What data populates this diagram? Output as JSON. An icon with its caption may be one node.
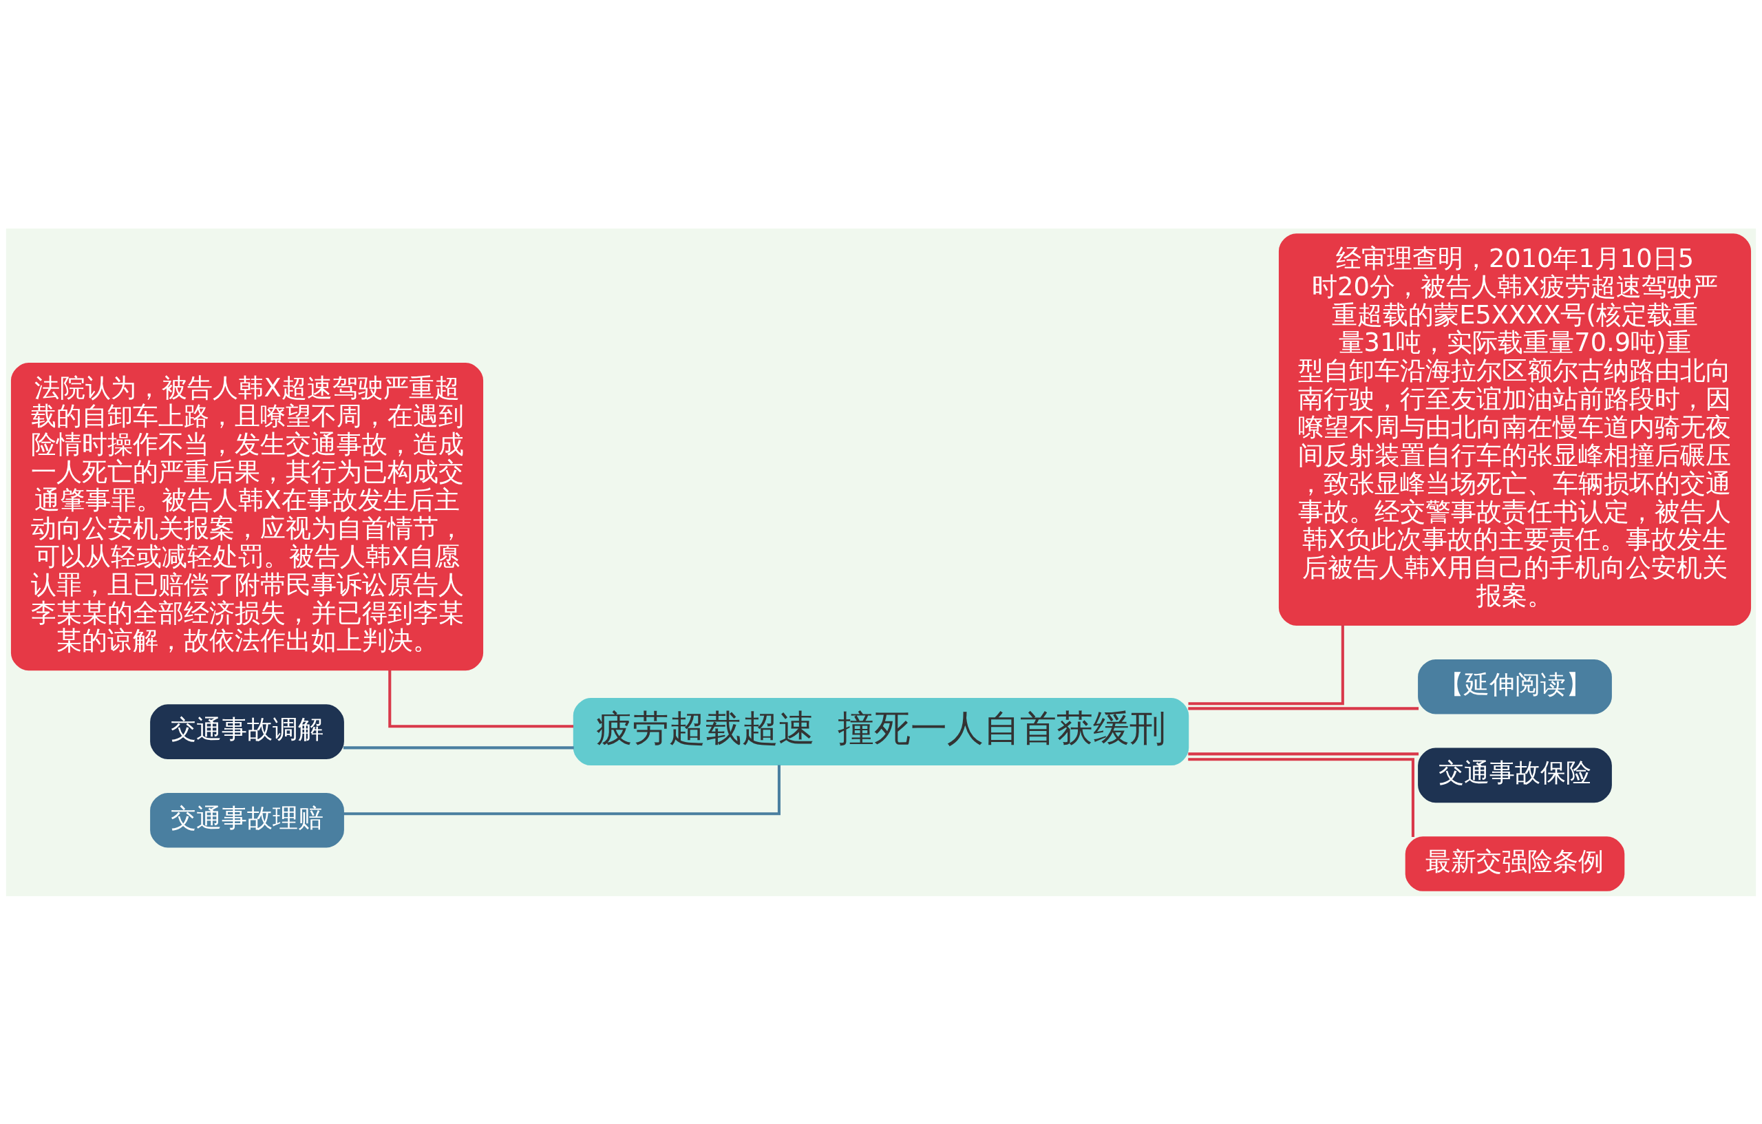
{
  "diagram": {
    "nodes": [
      {
        "text": [
          "疲劳超载超速  撞死一人自首获缓刑"
        ]
      },
      {
        "text": [
          "法院认为，被告人韩X超速驾驶严重超载的自卸车上路，且嘹望不周，在遇到险情时操作不当，发生交通事故，造成一人死亡的严重后果，其行为已构成交通肇事罪。被告人韩X在事故发生后主动向公安机关报案，应视为自首情节，可以从轻或减轻处罚。被告人韩X自愿认罪，且已赔偿了附带民事诉讼原告人李某某的全部经济损失，并已得到李某某的谅解，故依法作出如上判决。"
        ]
      },
      {
        "text": [
          "交通事故调解"
        ]
      },
      {
        "text": [
          "交通事故理赔"
        ]
      },
      {
        "text": [
          "经审理查明，2010年1月10日5时20分，被告人韩X疲劳超速驾驶严重超载的蒙E5XXXX号(核定载重量31吨，实际载重量70.9吨)重型自卸车沿海拉尔区额尔古纳路由北向南行驶，行至友谊加油站前路段时，因嘹望不周与由北向南在慢车道内骑无夜间反射装置自行车的张显峰相撞后碾压，致张显峰当场死亡、车辆损坏的交通事故。经交警事故责任书认定，被告人韩X负此次事故的主要责任。事故发生后被告人韩X用自己的手机向公安机关报案。"
        ]
      },
      {
        "text": [
          "【延伸阅读】"
        ]
      },
      {
        "text": [
          "交通事故保险"
        ]
      },
      {
        "text": [
          "最新交强险条例"
        ]
      }
    ],
    "edges": [
      {
        "from": 0,
        "to": 1,
        "arrow": "none"
      },
      {
        "from": 0,
        "to": 2,
        "arrow": "none",
        "color": "#4a7fa0"
      },
      {
        "from": 0,
        "to": 3,
        "arrow": "none",
        "color": "#4a7fa0"
      },
      {
        "from": 0,
        "to": 4,
        "arrow": "none"
      },
      {
        "from": 0,
        "to": 5,
        "arrow": "none"
      },
      {
        "from": 0,
        "to": 6,
        "arrow": "none"
      },
      {
        "from": 0,
        "to": 7,
        "arrow": "none"
      }
    ]
  }
}
